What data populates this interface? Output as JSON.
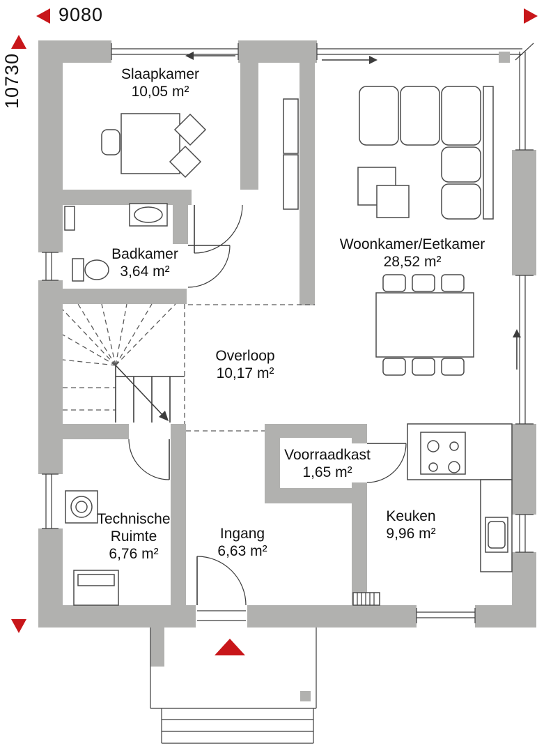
{
  "dimensions": {
    "width": "9080",
    "height": "10730"
  },
  "rooms": {
    "slaapkamer": {
      "name": "Slaapkamer",
      "area": "10,05 m²"
    },
    "woonkamer": {
      "name": "Woonkamer/Eetkamer",
      "area": "28,52 m²"
    },
    "badkamer": {
      "name": "Badkamer",
      "area": "3,64 m²"
    },
    "overloop": {
      "name": "Overloop",
      "area": "10,17 m²"
    },
    "voorraadkast": {
      "name": "Voorraadkast",
      "area": "1,65 m²"
    },
    "technische_ruimte": {
      "name": "Technische Ruimte",
      "area": "6,76 m²"
    },
    "ingang": {
      "name": "Ingang",
      "area": "6,63 m²"
    },
    "keuken": {
      "name": "Keuken",
      "area": "9,96 m²"
    }
  },
  "colors": {
    "wall": "#b1b1af",
    "accent_red": "#c8161a",
    "line": "#3c3c3c",
    "text": "#111111"
  },
  "icons": {
    "dimension_arrow_left": "triangle-left",
    "dimension_arrow_right": "triangle-right",
    "dimension_arrow_up": "triangle-up",
    "dimension_arrow_down": "triangle-down",
    "entrance_marker": "triangle-up",
    "window_slide_left": "arrow-left",
    "window_slide_right": "arrow-right",
    "window_slide_up": "arrow-up",
    "stairs_direction": "arrow-down-right"
  }
}
